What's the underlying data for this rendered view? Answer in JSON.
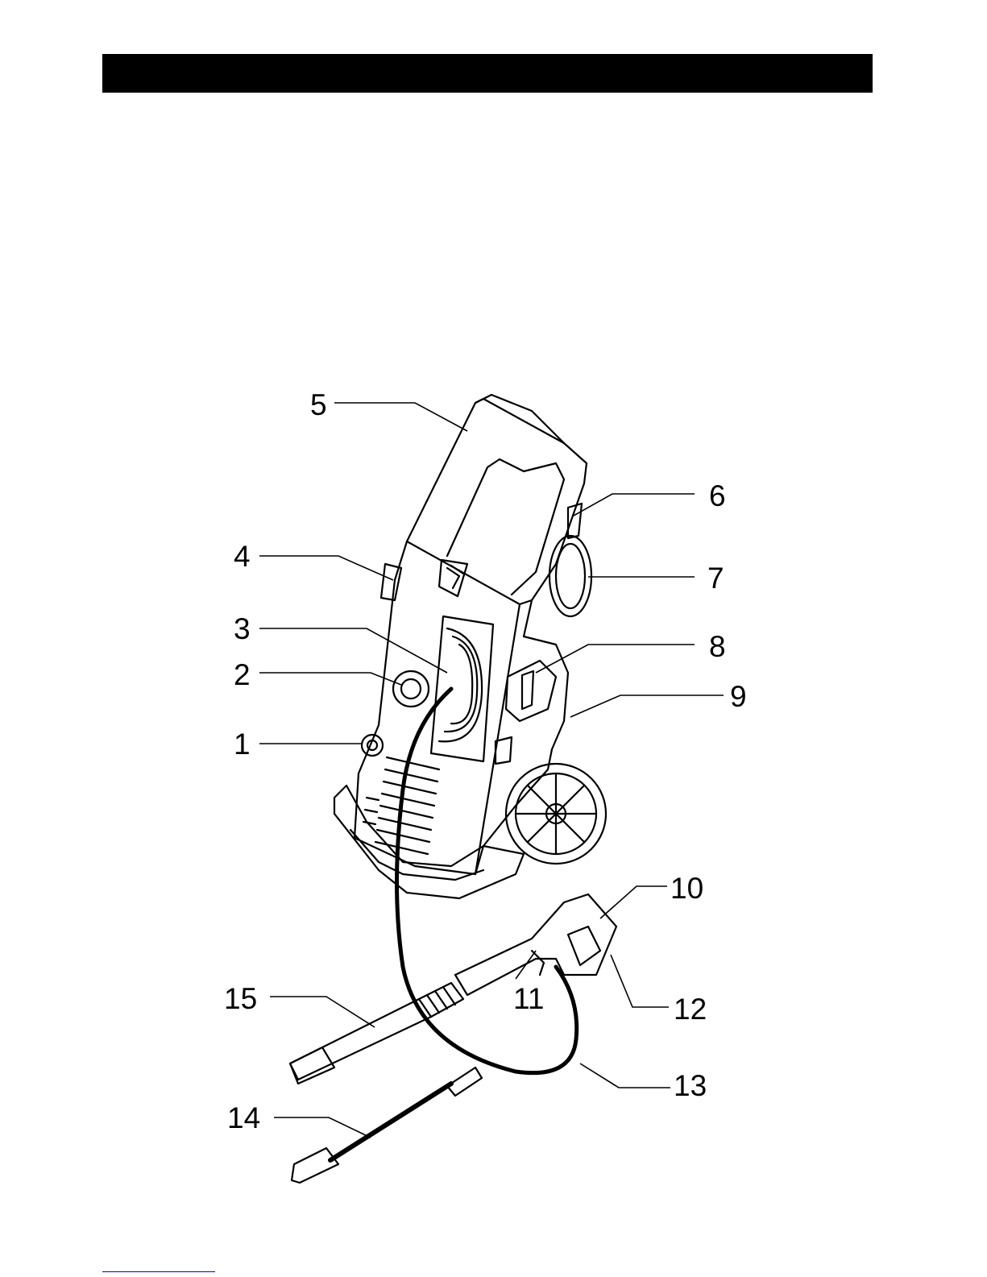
{
  "header": {
    "fill_color": "#000000"
  },
  "diagram": {
    "callouts": [
      {
        "id": "c1",
        "label": "1"
      },
      {
        "id": "c2",
        "label": "2"
      },
      {
        "id": "c3",
        "label": "3"
      },
      {
        "id": "c4",
        "label": "4"
      },
      {
        "id": "c5",
        "label": "5"
      },
      {
        "id": "c6",
        "label": "6"
      },
      {
        "id": "c7",
        "label": "7"
      },
      {
        "id": "c8",
        "label": "8"
      },
      {
        "id": "c9",
        "label": "9"
      },
      {
        "id": "c10",
        "label": "10"
      },
      {
        "id": "c11",
        "label": "11"
      },
      {
        "id": "c12",
        "label": "12"
      },
      {
        "id": "c13",
        "label": "13"
      },
      {
        "id": "c14",
        "label": "14"
      },
      {
        "id": "c15",
        "label": "15"
      }
    ]
  },
  "footer": {
    "link_color": "#0000ee"
  }
}
